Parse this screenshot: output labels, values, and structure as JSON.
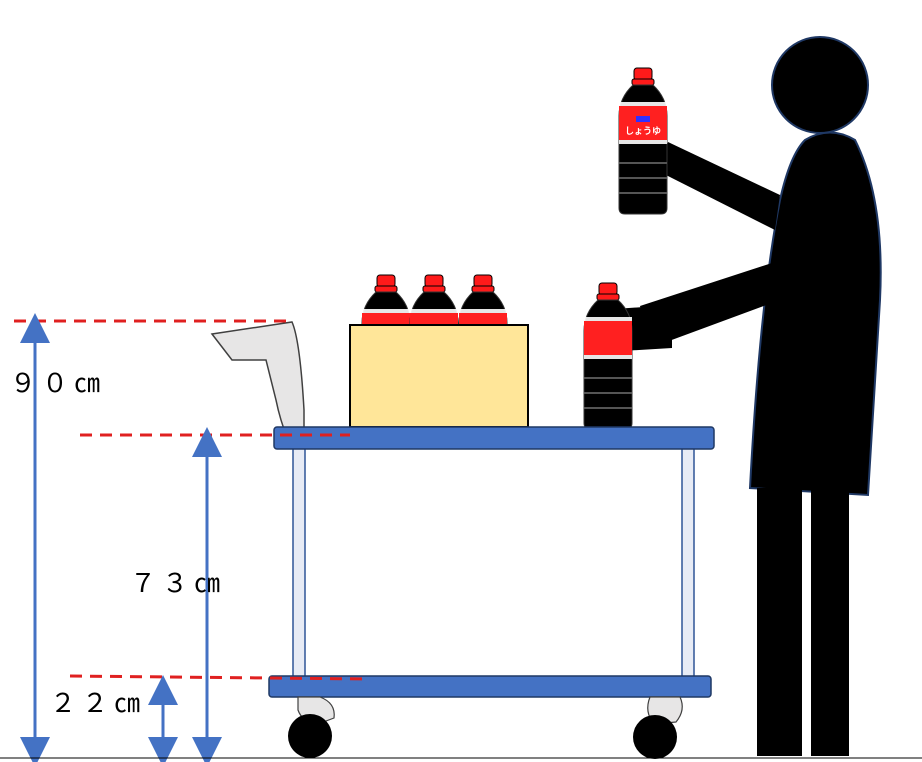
{
  "labels": {
    "height_total": "９０㎝",
    "height_upper_shelf": "７３㎝",
    "height_lower_shelf": "２２㎝",
    "bottle_text": "しょうゆ"
  },
  "colors": {
    "shelf": "#4472c4",
    "shelf_border": "#1f3864",
    "dash_line": "#e02020",
    "arrow": "#4472c4",
    "box": "#ffe699",
    "bottle_cap": "#ff1a1a",
    "bottle_body": "#000000",
    "bottle_band": "#ff2020",
    "person": "#000000",
    "handle": "#d9d9d9"
  }
}
